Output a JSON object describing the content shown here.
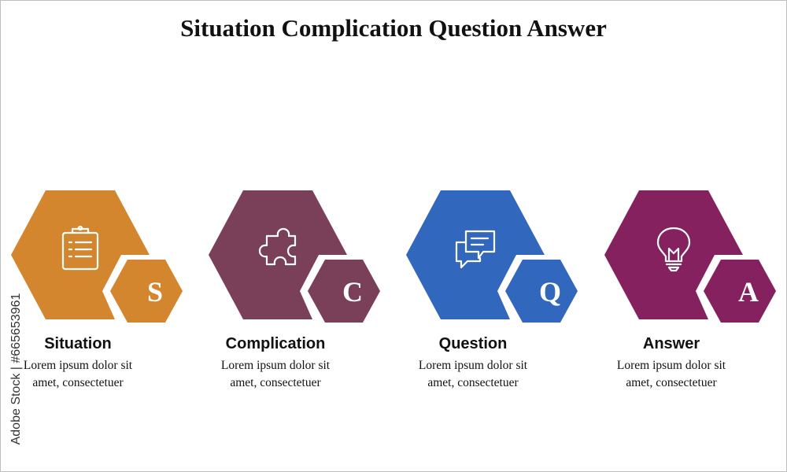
{
  "title": "Situation Complication Question Answer",
  "watermark": "Adobe Stock | #665653961",
  "items": [
    {
      "label": "Situation",
      "letter": "S",
      "desc_line1": "Lorem ipsum dolor sit",
      "desc_line2": "amet, consectetuer",
      "color": "#D4862F",
      "icon": "clipboard-icon"
    },
    {
      "label": "Complication",
      "letter": "C",
      "desc_line1": "Lorem ipsum dolor sit",
      "desc_line2": "amet, consectetuer",
      "color": "#7A3F59",
      "icon": "puzzle-icon"
    },
    {
      "label": "Question",
      "letter": "Q",
      "desc_line1": "Lorem ipsum dolor sit",
      "desc_line2": "amet, consectetuer",
      "color": "#3168BE",
      "icon": "chat-bubbles-icon"
    },
    {
      "label": "Answer",
      "letter": "A",
      "desc_line1": "Lorem ipsum dolor sit",
      "desc_line2": "amet, consectetuer",
      "color": "#85215F",
      "icon": "lightbulb-icon"
    }
  ]
}
